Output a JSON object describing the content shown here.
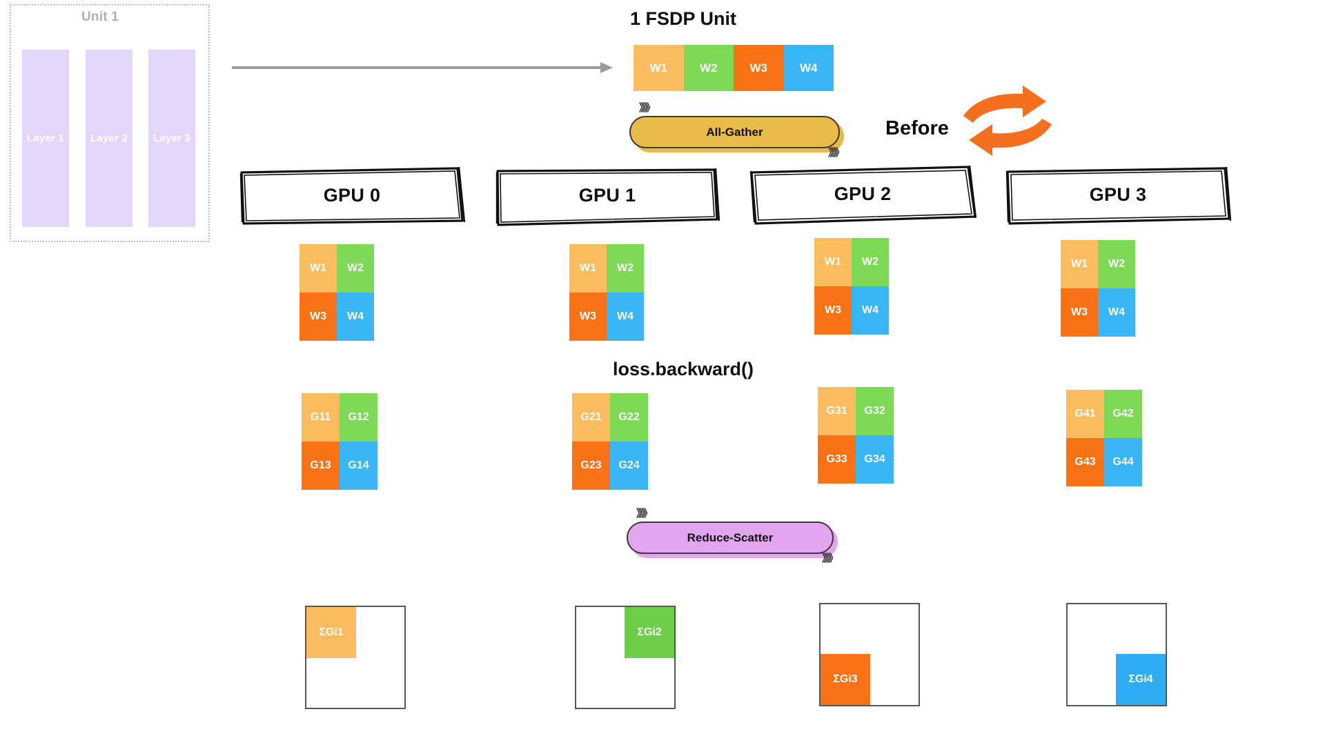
{
  "unit_panel": {
    "title": "Unit 1",
    "layers": [
      "Layer 1",
      "Layer 2",
      "Layer 3"
    ]
  },
  "fsdp": {
    "title": "1 FSDP Unit",
    "shards": [
      {
        "label": "W1",
        "color": "#fbbd5f"
      },
      {
        "label": "W2",
        "color": "#78d martedì"
      },
      {
        "label": "W3",
        "color": "#f97316"
      },
      {
        "label": "W4",
        "color": "#38b6f5"
      }
    ]
  },
  "collectives": {
    "all_gather": {
      "label": "All-Gather",
      "color": "#e8bb4a",
      "chevrons": "》》》"
    },
    "reduce_scatter": {
      "label": "Reduce-Scatter",
      "color": "#e3a5ef",
      "chevrons": "》》》"
    }
  },
  "phase": {
    "label": "Before"
  },
  "backward": {
    "label": "loss.backward()"
  },
  "gpus": [
    {
      "name": "GPU 0",
      "weights": [
        "W1",
        "W2",
        "W3",
        "W4"
      ],
      "grads": [
        "G11",
        "G12",
        "G13",
        "G14"
      ],
      "shard": {
        "label": "ΣGi1",
        "quadrant": "top-left",
        "color": "#fbbd5f"
      }
    },
    {
      "name": "GPU 1",
      "weights": [
        "W1",
        "W2",
        "W3",
        "W4"
      ],
      "grads": [
        "G21",
        "G22",
        "G23",
        "G24"
      ],
      "shard": {
        "label": "ΣGi2",
        "quadrant": "top-right",
        "color": "#6ece49"
      }
    },
    {
      "name": "GPU 2",
      "weights": [
        "W1",
        "W2",
        "W3",
        "W4"
      ],
      "grads": [
        "G31",
        "G32",
        "G33",
        "G34"
      ],
      "shard": {
        "label": "ΣGi3",
        "quadrant": "bottom-left",
        "color": "#f97316"
      }
    },
    {
      "name": "GPU 3",
      "weights": [
        "W1",
        "W2",
        "W3",
        "W4"
      ],
      "grads": [
        "G41",
        "G42",
        "G43",
        "G44"
      ],
      "shard": {
        "label": "ΣGi4",
        "quadrant": "bottom-right",
        "color": "#2eadf5"
      }
    }
  ],
  "palette": {
    "shard1_orange_light": "#fbbd5f",
    "shard2_green": "#7ed957",
    "shard3_orange": "#f97316",
    "shard4_blue": "#38b6f5",
    "layer_purple": "#e3d6fb",
    "all_gather_yellow": "#e8bb4a",
    "reduce_scatter_purple": "#e3a5ef",
    "swap_arrow_orange": "#f4701f",
    "flow_arrow_gray": "#9a9a9a",
    "unit_border_gray": "#bdbdbd"
  }
}
